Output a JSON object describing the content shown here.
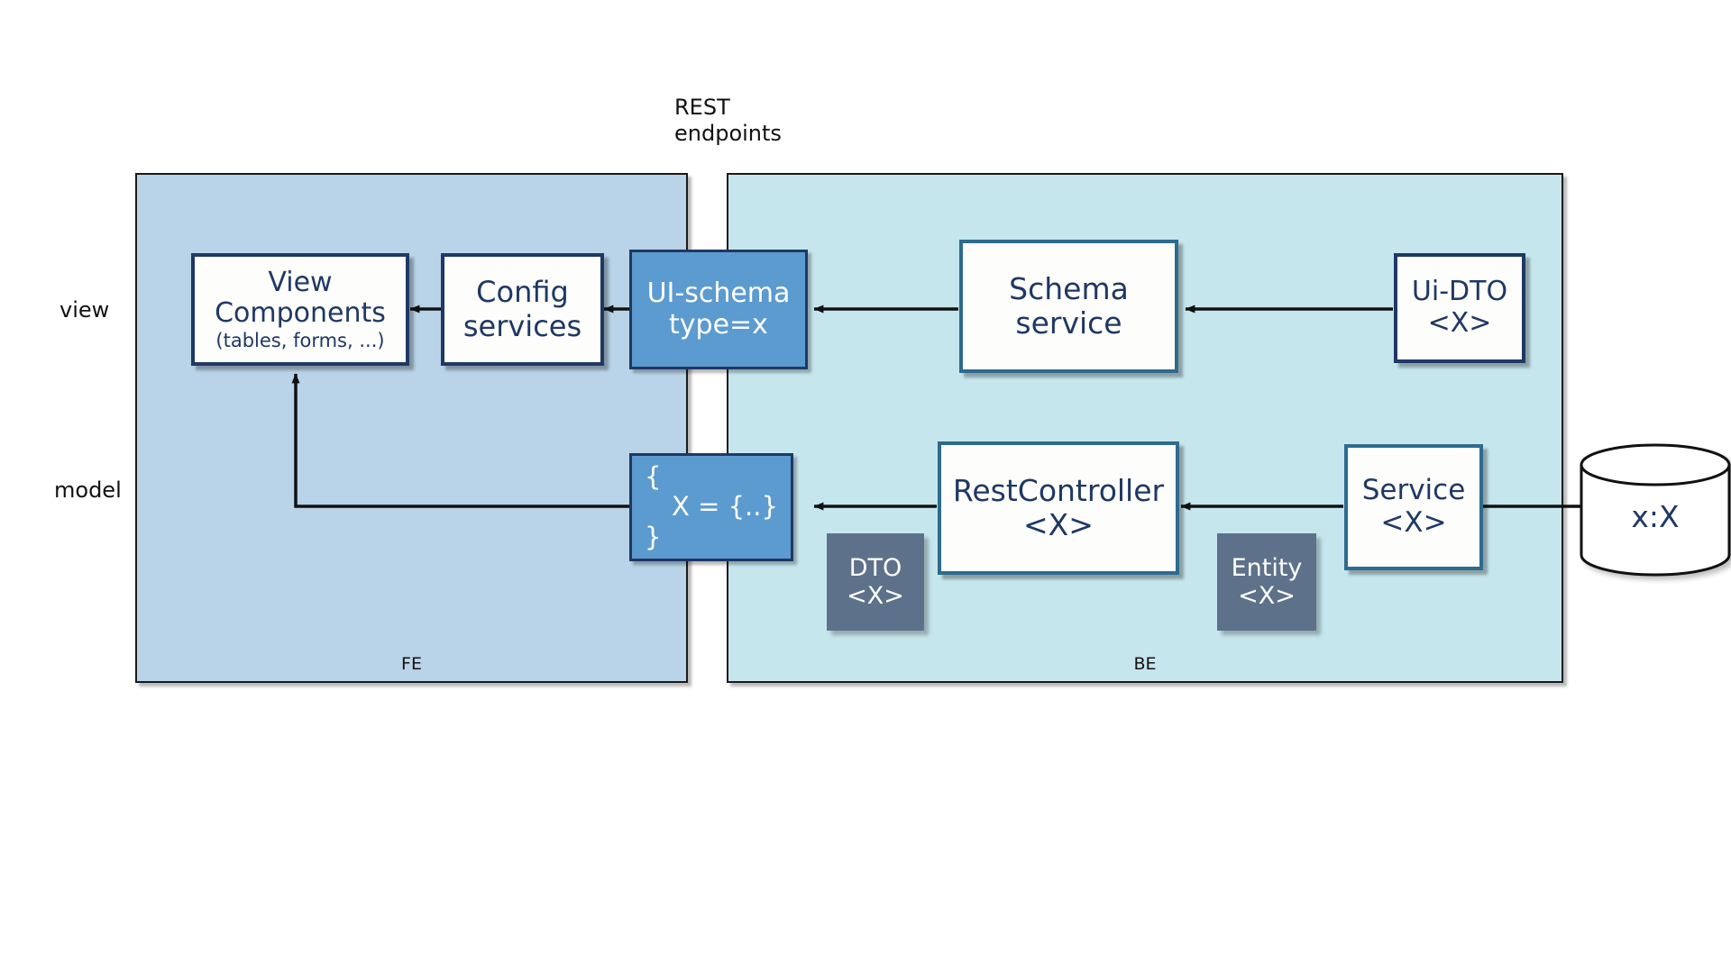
{
  "diagram": {
    "title_note": "REST endpoints",
    "rest_label_line1": "REST",
    "rest_label_line2": "endpoints",
    "row_labels": {
      "view": "view",
      "model": "model"
    },
    "containers": [
      {
        "id": "fe",
        "label": "FE",
        "fill": "#b9d3e8"
      },
      {
        "id": "be",
        "label": "BE",
        "fill": "#c6e6ed"
      }
    ],
    "nodes": {
      "view_components": {
        "line1": "View",
        "line2": "Components",
        "line3": "(tables, forms, ...)"
      },
      "config_services": {
        "line1": "Config",
        "line2": "services"
      },
      "ui_schema": {
        "line1": "UI-schema",
        "line2": "type=x"
      },
      "schema_service": {
        "line1": "Schema",
        "line2": "service"
      },
      "ui_dto": {
        "line1": "Ui-DTO",
        "line2": "<X>"
      },
      "model_json": {
        "line1": "{",
        "line2": "X = {..}",
        "line3": "}"
      },
      "rest_controller": {
        "line1": "RestController",
        "line2": "<X>"
      },
      "service": {
        "line1": "Service",
        "line2": "<X>"
      },
      "dto": {
        "line1": "DTO",
        "line2": "<X>"
      },
      "entity": {
        "line1": "Entity",
        "line2": "<X>"
      },
      "database": {
        "label": "x:X"
      }
    },
    "colors": {
      "fe_fill": "#b9d3e8",
      "be_fill": "#c6e6ed",
      "blue_node": "#5b9bd0",
      "slate_node": "#5d728a",
      "navy_border": "#1f3864",
      "steel_border": "#2e6b8e",
      "edge": "#111111",
      "text_navy": "#1f3864"
    }
  }
}
